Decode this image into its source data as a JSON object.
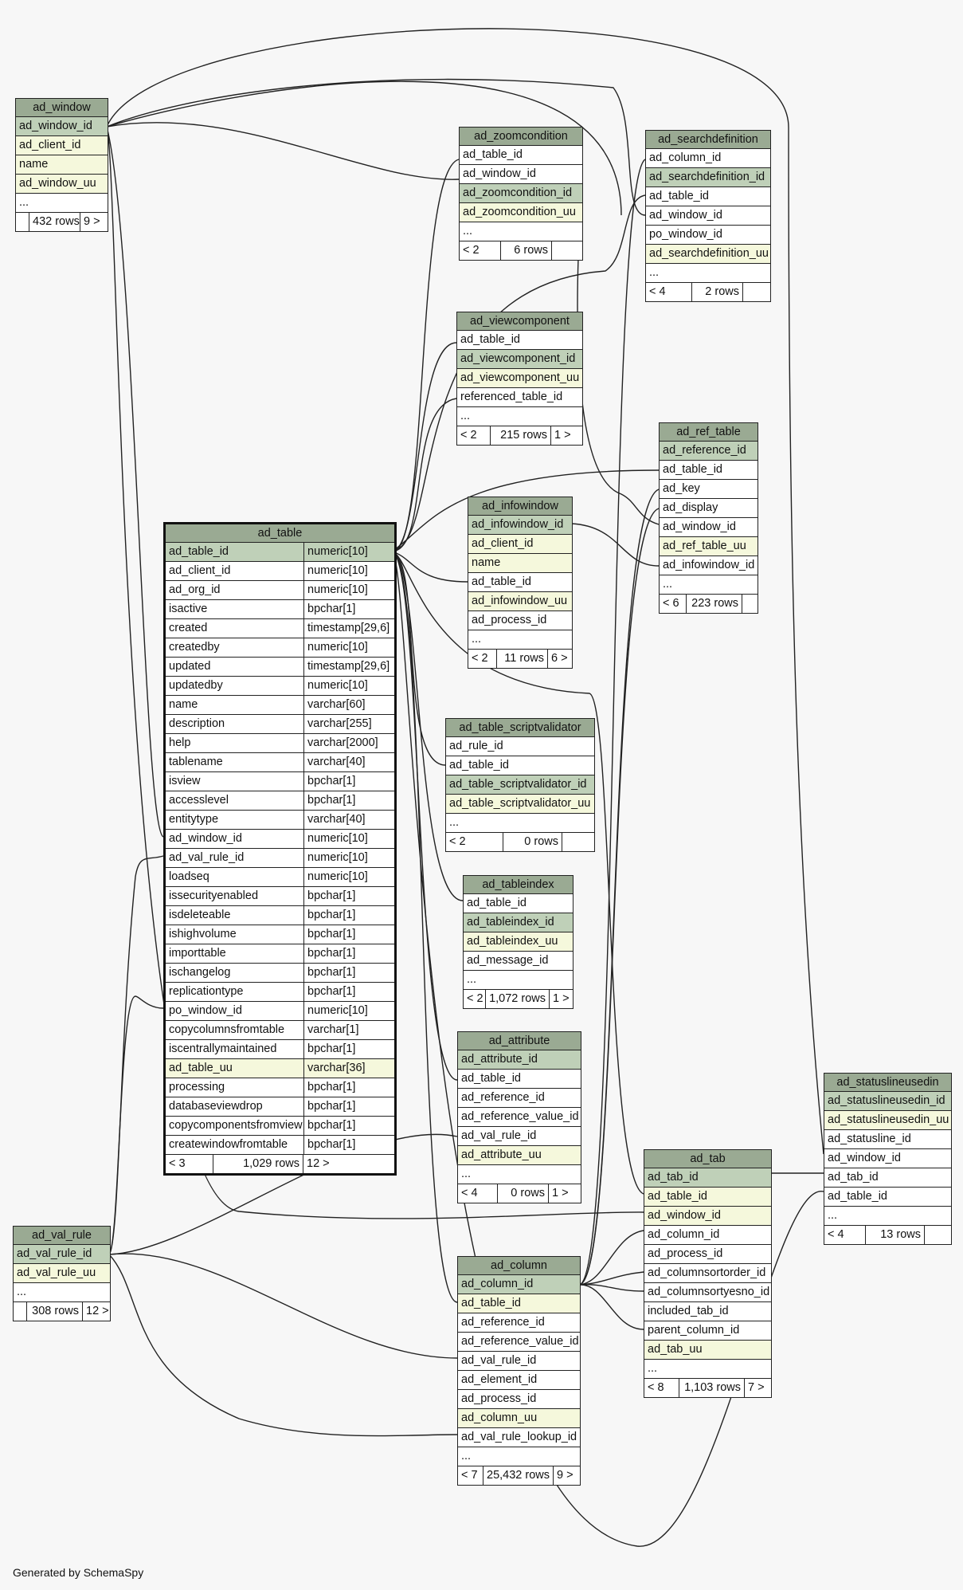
{
  "footer_credit": "Generated by SchemaSpy",
  "tables": {
    "ad_window": {
      "name": "ad_window",
      "columns": [
        {
          "name": "ad_window_id",
          "kind": "pk"
        },
        {
          "name": "ad_client_id",
          "kind": "uk"
        },
        {
          "name": "name",
          "kind": "uk"
        },
        {
          "name": "ad_window_uu",
          "kind": "uk"
        },
        {
          "name": "...",
          "kind": ""
        }
      ],
      "footer": {
        "parents": "",
        "rows": "432 rows",
        "children": "9 >"
      }
    },
    "ad_zoomcondition": {
      "name": "ad_zoomcondition",
      "columns": [
        {
          "name": "ad_table_id",
          "kind": ""
        },
        {
          "name": "ad_window_id",
          "kind": ""
        },
        {
          "name": "ad_zoomcondition_id",
          "kind": "pk"
        },
        {
          "name": "ad_zoomcondition_uu",
          "kind": "uk"
        },
        {
          "name": "...",
          "kind": ""
        }
      ],
      "footer": {
        "parents": "< 2",
        "rows": "6 rows",
        "children": ""
      }
    },
    "ad_searchdefinition": {
      "name": "ad_searchdefinition",
      "columns": [
        {
          "name": "ad_column_id",
          "kind": ""
        },
        {
          "name": "ad_searchdefinition_id",
          "kind": "pk"
        },
        {
          "name": "ad_table_id",
          "kind": ""
        },
        {
          "name": "ad_window_id",
          "kind": ""
        },
        {
          "name": "po_window_id",
          "kind": ""
        },
        {
          "name": "ad_searchdefinition_uu",
          "kind": "uk"
        },
        {
          "name": "...",
          "kind": ""
        }
      ],
      "footer": {
        "parents": "< 4",
        "rows": "2 rows",
        "children": ""
      }
    },
    "ad_viewcomponent": {
      "name": "ad_viewcomponent",
      "columns": [
        {
          "name": "ad_table_id",
          "kind": ""
        },
        {
          "name": "ad_viewcomponent_id",
          "kind": "pk"
        },
        {
          "name": "ad_viewcomponent_uu",
          "kind": "uk"
        },
        {
          "name": "referenced_table_id",
          "kind": ""
        },
        {
          "name": "...",
          "kind": ""
        }
      ],
      "footer": {
        "parents": "< 2",
        "rows": "215 rows",
        "children": "1 >"
      }
    },
    "ad_ref_table": {
      "name": "ad_ref_table",
      "columns": [
        {
          "name": "ad_reference_id",
          "kind": "pk"
        },
        {
          "name": "ad_table_id",
          "kind": ""
        },
        {
          "name": "ad_key",
          "kind": ""
        },
        {
          "name": "ad_display",
          "kind": ""
        },
        {
          "name": "ad_window_id",
          "kind": ""
        },
        {
          "name": "ad_ref_table_uu",
          "kind": "uk"
        },
        {
          "name": "ad_infowindow_id",
          "kind": ""
        },
        {
          "name": "...",
          "kind": ""
        }
      ],
      "footer": {
        "parents": "< 6",
        "rows": "223 rows",
        "children": ""
      }
    },
    "ad_infowindow": {
      "name": "ad_infowindow",
      "columns": [
        {
          "name": "ad_infowindow_id",
          "kind": "pk"
        },
        {
          "name": "ad_client_id",
          "kind": "uk"
        },
        {
          "name": "name",
          "kind": "uk"
        },
        {
          "name": "ad_table_id",
          "kind": ""
        },
        {
          "name": "ad_infowindow_uu",
          "kind": "uk"
        },
        {
          "name": "ad_process_id",
          "kind": ""
        },
        {
          "name": "...",
          "kind": ""
        }
      ],
      "footer": {
        "parents": "< 2",
        "rows": "11 rows",
        "children": "6 >"
      }
    },
    "ad_table": {
      "name": "ad_table",
      "columns": [
        {
          "name": "ad_table_id",
          "type": "numeric[10]",
          "kind": "pk"
        },
        {
          "name": "ad_client_id",
          "type": "numeric[10]",
          "kind": ""
        },
        {
          "name": "ad_org_id",
          "type": "numeric[10]",
          "kind": ""
        },
        {
          "name": "isactive",
          "type": "bpchar[1]",
          "kind": ""
        },
        {
          "name": "created",
          "type": "timestamp[29,6]",
          "kind": ""
        },
        {
          "name": "createdby",
          "type": "numeric[10]",
          "kind": ""
        },
        {
          "name": "updated",
          "type": "timestamp[29,6]",
          "kind": ""
        },
        {
          "name": "updatedby",
          "type": "numeric[10]",
          "kind": ""
        },
        {
          "name": "name",
          "type": "varchar[60]",
          "kind": ""
        },
        {
          "name": "description",
          "type": "varchar[255]",
          "kind": ""
        },
        {
          "name": "help",
          "type": "varchar[2000]",
          "kind": ""
        },
        {
          "name": "tablename",
          "type": "varchar[40]",
          "kind": ""
        },
        {
          "name": "isview",
          "type": "bpchar[1]",
          "kind": ""
        },
        {
          "name": "accesslevel",
          "type": "bpchar[1]",
          "kind": ""
        },
        {
          "name": "entitytype",
          "type": "varchar[40]",
          "kind": ""
        },
        {
          "name": "ad_window_id",
          "type": "numeric[10]",
          "kind": ""
        },
        {
          "name": "ad_val_rule_id",
          "type": "numeric[10]",
          "kind": ""
        },
        {
          "name": "loadseq",
          "type": "numeric[10]",
          "kind": ""
        },
        {
          "name": "issecurityenabled",
          "type": "bpchar[1]",
          "kind": ""
        },
        {
          "name": "isdeleteable",
          "type": "bpchar[1]",
          "kind": ""
        },
        {
          "name": "ishighvolume",
          "type": "bpchar[1]",
          "kind": ""
        },
        {
          "name": "importtable",
          "type": "bpchar[1]",
          "kind": ""
        },
        {
          "name": "ischangelog",
          "type": "bpchar[1]",
          "kind": ""
        },
        {
          "name": "replicationtype",
          "type": "bpchar[1]",
          "kind": ""
        },
        {
          "name": "po_window_id",
          "type": "numeric[10]",
          "kind": ""
        },
        {
          "name": "copycolumnsfromtable",
          "type": "varchar[1]",
          "kind": ""
        },
        {
          "name": "iscentrallymaintained",
          "type": "bpchar[1]",
          "kind": ""
        },
        {
          "name": "ad_table_uu",
          "type": "varchar[36]",
          "kind": "uk"
        },
        {
          "name": "processing",
          "type": "bpchar[1]",
          "kind": ""
        },
        {
          "name": "databaseviewdrop",
          "type": "bpchar[1]",
          "kind": ""
        },
        {
          "name": "copycomponentsfromview",
          "type": "bpchar[1]",
          "kind": ""
        },
        {
          "name": "createwindowfromtable",
          "type": "bpchar[1]",
          "kind": ""
        }
      ],
      "footer": {
        "parents": "< 3",
        "rows": "1,029 rows",
        "children": "12 >"
      }
    },
    "ad_table_scriptvalidator": {
      "name": "ad_table_scriptvalidator",
      "columns": [
        {
          "name": "ad_rule_id",
          "kind": ""
        },
        {
          "name": "ad_table_id",
          "kind": ""
        },
        {
          "name": "ad_table_scriptvalidator_id",
          "kind": "pk"
        },
        {
          "name": "ad_table_scriptvalidator_uu",
          "kind": "uk"
        },
        {
          "name": "...",
          "kind": ""
        }
      ],
      "footer": {
        "parents": "< 2",
        "rows": "0 rows",
        "children": ""
      }
    },
    "ad_tableindex": {
      "name": "ad_tableindex",
      "columns": [
        {
          "name": "ad_table_id",
          "kind": ""
        },
        {
          "name": "ad_tableindex_id",
          "kind": "pk"
        },
        {
          "name": "ad_tableindex_uu",
          "kind": "uk"
        },
        {
          "name": "ad_message_id",
          "kind": ""
        },
        {
          "name": "...",
          "kind": ""
        }
      ],
      "footer": {
        "parents": "< 2",
        "rows": "1,072 rows",
        "children": "1 >"
      }
    },
    "ad_attribute": {
      "name": "ad_attribute",
      "columns": [
        {
          "name": "ad_attribute_id",
          "kind": "pk"
        },
        {
          "name": "ad_table_id",
          "kind": ""
        },
        {
          "name": "ad_reference_id",
          "kind": ""
        },
        {
          "name": "ad_reference_value_id",
          "kind": ""
        },
        {
          "name": "ad_val_rule_id",
          "kind": ""
        },
        {
          "name": "ad_attribute_uu",
          "kind": "uk"
        },
        {
          "name": "...",
          "kind": ""
        }
      ],
      "footer": {
        "parents": "< 4",
        "rows": "0 rows",
        "children": "1 >"
      }
    },
    "ad_statuslineusedin": {
      "name": "ad_statuslineusedin",
      "columns": [
        {
          "name": "ad_statuslineusedin_id",
          "kind": "pk"
        },
        {
          "name": "ad_statuslineusedin_uu",
          "kind": "uk"
        },
        {
          "name": "ad_statusline_id",
          "kind": ""
        },
        {
          "name": "ad_window_id",
          "kind": ""
        },
        {
          "name": "ad_tab_id",
          "kind": ""
        },
        {
          "name": "ad_table_id",
          "kind": ""
        },
        {
          "name": "...",
          "kind": ""
        }
      ],
      "footer": {
        "parents": "< 4",
        "rows": "13 rows",
        "children": ""
      }
    },
    "ad_tab": {
      "name": "ad_tab",
      "columns": [
        {
          "name": "ad_tab_id",
          "kind": "pk"
        },
        {
          "name": "ad_table_id",
          "kind": "uk"
        },
        {
          "name": "ad_window_id",
          "kind": "uk"
        },
        {
          "name": "ad_column_id",
          "kind": ""
        },
        {
          "name": "ad_process_id",
          "kind": ""
        },
        {
          "name": "ad_columnsortorder_id",
          "kind": ""
        },
        {
          "name": "ad_columnsortyesno_id",
          "kind": ""
        },
        {
          "name": "included_tab_id",
          "kind": ""
        },
        {
          "name": "parent_column_id",
          "kind": ""
        },
        {
          "name": "ad_tab_uu",
          "kind": "uk"
        },
        {
          "name": "...",
          "kind": ""
        }
      ],
      "footer": {
        "parents": "< 8",
        "rows": "1,103 rows",
        "children": "7 >"
      }
    },
    "ad_val_rule": {
      "name": "ad_val_rule",
      "columns": [
        {
          "name": "ad_val_rule_id",
          "kind": "pk"
        },
        {
          "name": "ad_val_rule_uu",
          "kind": "uk"
        },
        {
          "name": "...",
          "kind": ""
        }
      ],
      "footer": {
        "parents": "",
        "rows": "308 rows",
        "children": "12 >"
      }
    },
    "ad_column": {
      "name": "ad_column",
      "columns": [
        {
          "name": "ad_column_id",
          "kind": "pk"
        },
        {
          "name": "ad_table_id",
          "kind": "uk"
        },
        {
          "name": "ad_reference_id",
          "kind": ""
        },
        {
          "name": "ad_reference_value_id",
          "kind": ""
        },
        {
          "name": "ad_val_rule_id",
          "kind": ""
        },
        {
          "name": "ad_element_id",
          "kind": ""
        },
        {
          "name": "ad_process_id",
          "kind": ""
        },
        {
          "name": "ad_column_uu",
          "kind": "uk"
        },
        {
          "name": "ad_val_rule_lookup_id",
          "kind": ""
        },
        {
          "name": "...",
          "kind": ""
        }
      ],
      "footer": {
        "parents": "< 7",
        "rows": "25,432 rows",
        "children": "9 >"
      }
    }
  }
}
